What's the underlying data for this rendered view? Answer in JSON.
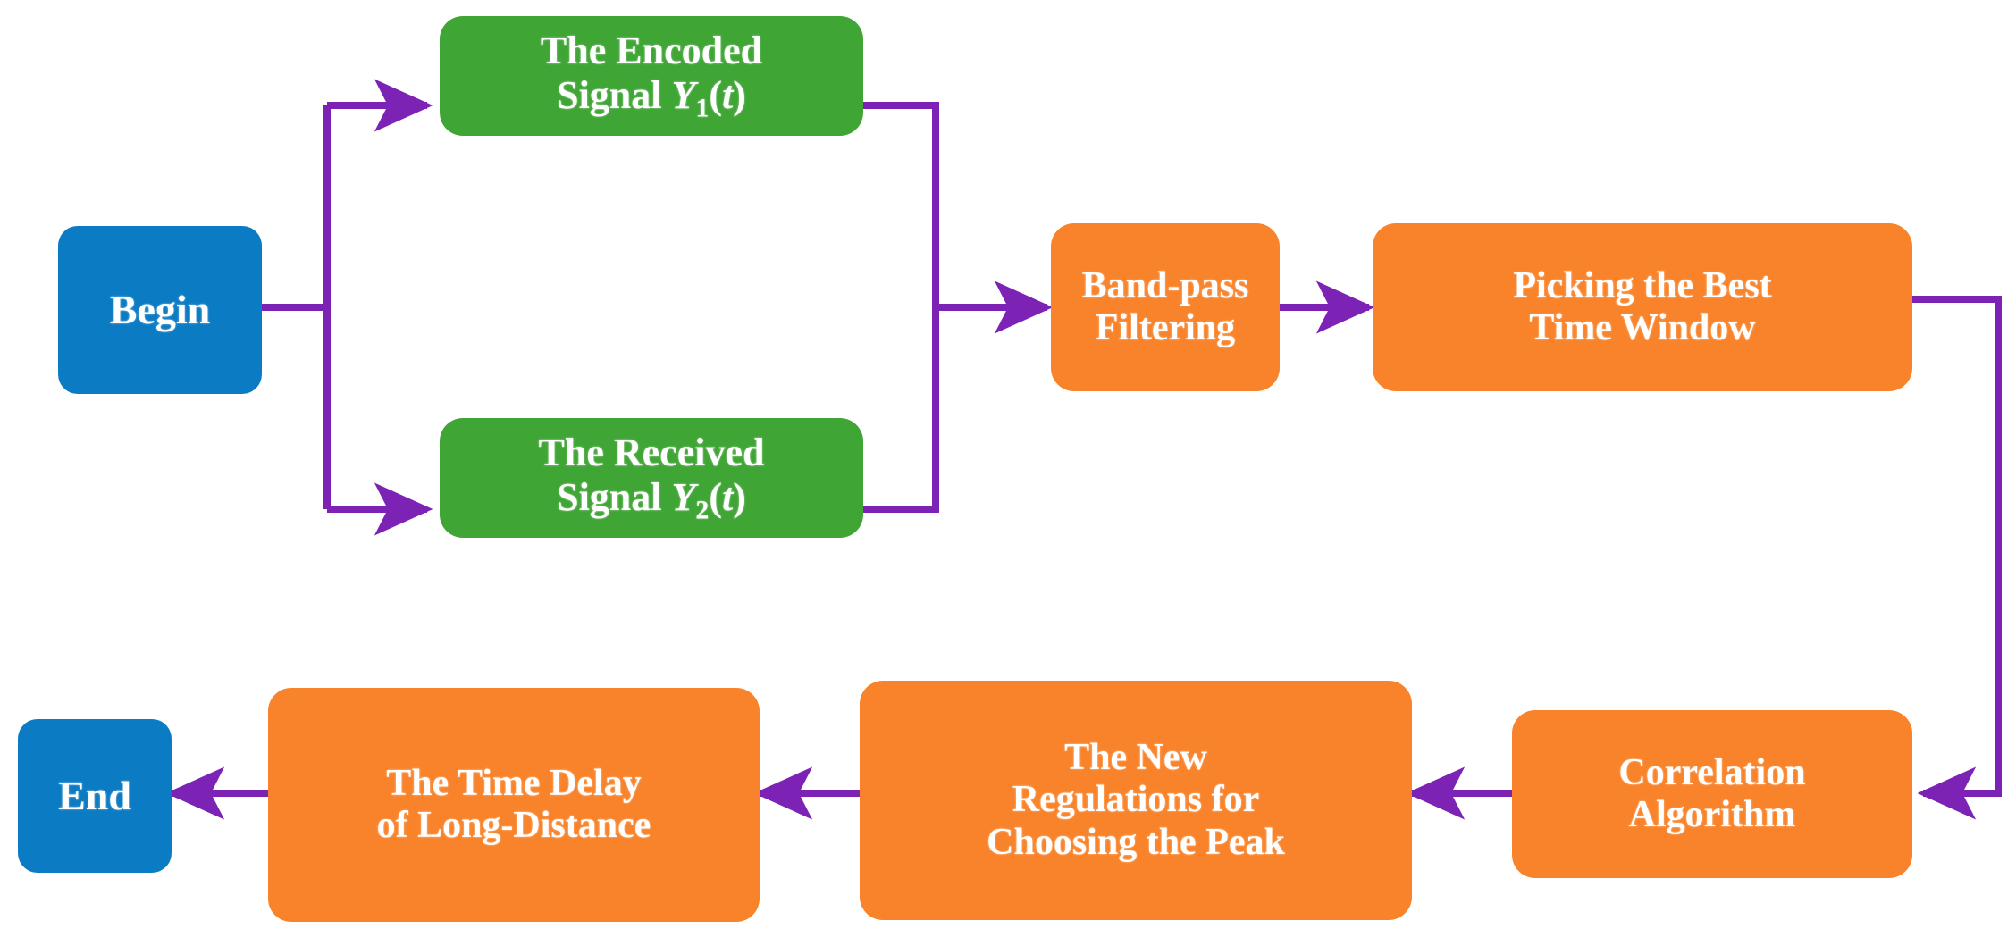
{
  "diagram": {
    "title": "Time delay estimation processing flowchart",
    "colors": {
      "begin_end_fill": "#0B7BC4",
      "signal_fill": "#3FA535",
      "process_fill": "#F9832A",
      "arrow": "#7C22B4",
      "label_text": "#FFFFFF",
      "background": "#FFFFFF"
    },
    "nodes": [
      {
        "id": "begin",
        "type": "terminal",
        "label": "Begin",
        "lines": [
          "Begin"
        ]
      },
      {
        "id": "encoded-signal",
        "type": "signal",
        "label": "The Encoded Signal Y1(t)",
        "lines": [
          "The Encoded",
          "Signal Y1(t)"
        ],
        "line1": "The Encoded",
        "line2_pre": "Signal ",
        "line2_var": "Y",
        "line2_sub": "1",
        "line2_post_open": "(",
        "line2_post_var": "t",
        "line2_post_close": ")"
      },
      {
        "id": "received-signal",
        "type": "signal",
        "label": "The Received Signal Y2(t)",
        "lines": [
          "The Received",
          "Signal Y2(t)"
        ],
        "line1": "The Received",
        "line2_pre": "Signal ",
        "line2_var": "Y",
        "line2_sub": "2",
        "line2_post_open": "(",
        "line2_post_var": "t",
        "line2_post_close": ")"
      },
      {
        "id": "band-pass-filtering",
        "type": "process",
        "label": "Band-pass Filtering",
        "lines": [
          "Band-pass",
          "Filtering"
        ]
      },
      {
        "id": "picking-best-time-window",
        "type": "process",
        "label": "Picking the Best Time  Window",
        "lines": [
          "Picking the Best",
          "Time  Window"
        ]
      },
      {
        "id": "correlation-algorithm",
        "type": "process",
        "label": "Correlation Algorithm",
        "lines": [
          "Correlation",
          "Algorithm"
        ]
      },
      {
        "id": "new-regulations",
        "type": "process",
        "label": "The New Regulations for Choosing the Peak",
        "lines": [
          "The New",
          "Regulations for",
          "Choosing the Peak"
        ]
      },
      {
        "id": "time-delay",
        "type": "process",
        "label": "The Time Delay of Long-Distance",
        "lines": [
          "The Time Delay",
          "of Long-Distance"
        ]
      },
      {
        "id": "end",
        "type": "terminal",
        "label": "End",
        "lines": [
          "End"
        ]
      }
    ],
    "edges": [
      {
        "id": "begin-to-encoded",
        "from": "begin",
        "to": "encoded-signal"
      },
      {
        "id": "begin-to-received",
        "from": "begin",
        "to": "received-signal"
      },
      {
        "id": "encoded-to-bandpass",
        "from": "encoded-signal",
        "to": "band-pass-filtering"
      },
      {
        "id": "received-to-bandpass",
        "from": "received-signal",
        "to": "band-pass-filtering"
      },
      {
        "id": "bandpass-to-picking",
        "from": "band-pass-filtering",
        "to": "picking-best-time-window"
      },
      {
        "id": "picking-to-correlation",
        "from": "picking-best-time-window",
        "to": "correlation-algorithm"
      },
      {
        "id": "correlation-to-regulations",
        "from": "correlation-algorithm",
        "to": "new-regulations"
      },
      {
        "id": "regulations-to-timedelay",
        "from": "new-regulations",
        "to": "time-delay"
      },
      {
        "id": "timedelay-to-end",
        "from": "time-delay",
        "to": "end"
      }
    ]
  }
}
